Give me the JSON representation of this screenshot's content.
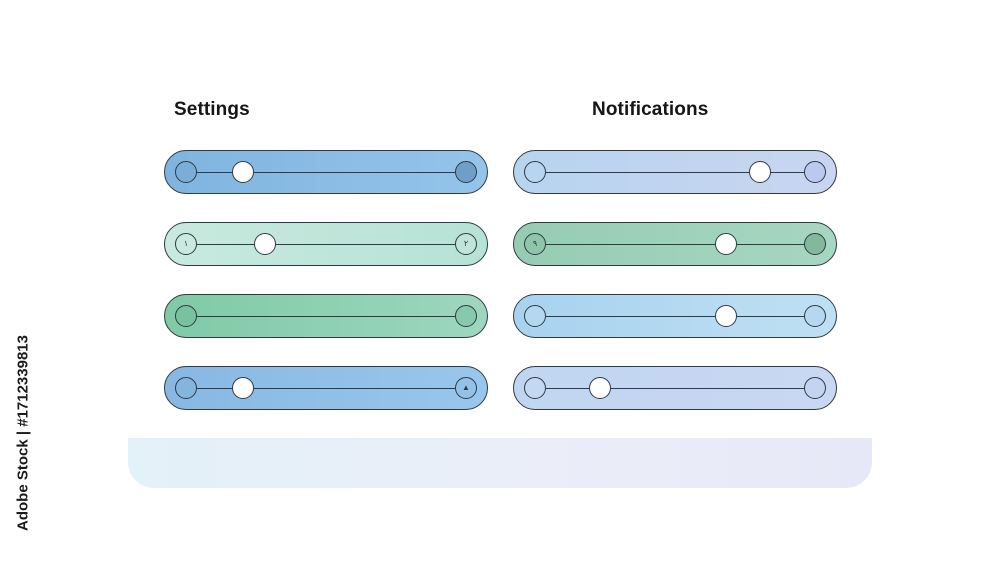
{
  "settings": {
    "title": "Settings",
    "sliders": [
      {
        "value": 0.2,
        "fill": "linear-gradient(90deg,#80b4df,#94c4ea)",
        "left_dot_fill": "#7aaed8",
        "right_dot_fill": "#6f9fc8",
        "left_glyph": "",
        "right_glyph": "",
        "show_thumb": true
      },
      {
        "value": 0.28,
        "fill": "linear-gradient(90deg,#c8e9de,#b7e2d6)",
        "left_dot_fill": "#cbeadf",
        "right_dot_fill": "#bfe4d8",
        "left_glyph": "١",
        "right_glyph": "٢",
        "show_thumb": true
      },
      {
        "value": 0.0,
        "fill": "linear-gradient(90deg,#7fcaa6,#9dd6bf)",
        "left_dot_fill": "#78c2a0",
        "right_dot_fill": "#86c9ac",
        "left_glyph": "",
        "right_glyph": "",
        "show_thumb": false
      },
      {
        "value": 0.2,
        "fill": "linear-gradient(90deg,#88b8e2,#99c6ec)",
        "left_dot_fill": "#84b5de",
        "right_dot_fill": "#94c1e7",
        "left_glyph": "",
        "right_glyph": "▲",
        "show_thumb": true
      }
    ]
  },
  "notifications": {
    "title": "Notifications",
    "sliders": [
      {
        "value": 0.8,
        "fill": "linear-gradient(90deg,#b7d4ef,#c9d5f1)",
        "left_dot_fill": "#b8d4ee",
        "right_dot_fill": "#bcc9ee",
        "left_glyph": "",
        "right_glyph": "",
        "show_thumb": true
      },
      {
        "value": 0.68,
        "fill": "linear-gradient(90deg,#96ccb3,#a7d6c2)",
        "left_dot_fill": "#90c5ac",
        "right_dot_fill": "#84b89e",
        "left_glyph": "٩",
        "right_glyph": "",
        "show_thumb": true
      },
      {
        "value": 0.68,
        "fill": "linear-gradient(90deg,#a8d2ef,#bfe0f3)",
        "left_dot_fill": "#b4d8f0",
        "right_dot_fill": "#b6d7f0",
        "left_glyph": "",
        "right_glyph": "",
        "show_thumb": true
      },
      {
        "value": 0.23,
        "fill": "linear-gradient(90deg,#bfd6f1,#c9d7f2)",
        "left_dot_fill": "#c3d8f1",
        "right_dot_fill": "#c4d3f0",
        "left_glyph": "",
        "right_glyph": "",
        "show_thumb": true
      }
    ]
  },
  "watermark": "Adobe Stock | #1712339813"
}
